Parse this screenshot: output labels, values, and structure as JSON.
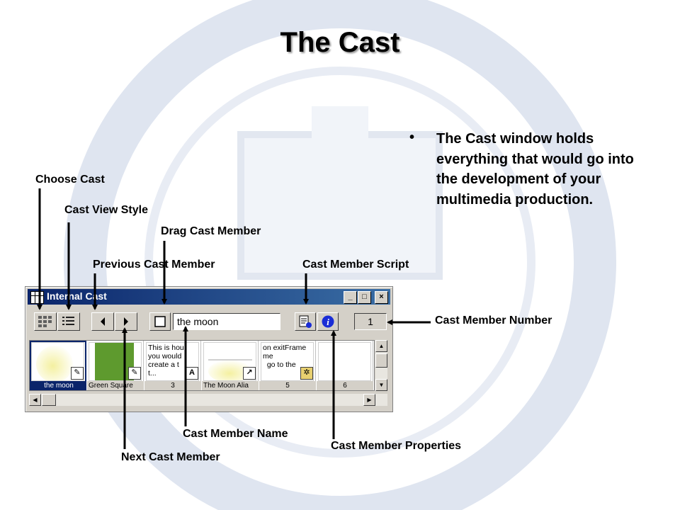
{
  "slide": {
    "title": "The Cast",
    "bullet": "The Cast window holds everything that would go into the development of your multimedia production."
  },
  "callouts": {
    "choose_cast": "Choose Cast",
    "cast_view_style": "Cast View Style",
    "drag_cast_member": "Drag Cast Member",
    "previous_cast_member": "Previous Cast Member",
    "cast_member_script": "Cast Member Script",
    "cast_member_number": "Cast Member Number",
    "cast_member_name": "Cast Member Name",
    "cast_member_properties": "Cast Member Properties",
    "next_cast_member": "Next Cast Member"
  },
  "cast_window": {
    "title": "Internal Cast",
    "member_name": "the moon",
    "member_number": "1",
    "icons": {
      "choose_cast": "grid-icon",
      "view_style": "list-icon",
      "previous": "triangle-left-icon",
      "next": "triangle-right-icon",
      "drag": "square-icon",
      "script": "script-icon",
      "properties": "info-icon"
    },
    "members": [
      {
        "label": "the moon",
        "type": "bitmap"
      },
      {
        "label": "Green Square",
        "type": "bitmap"
      },
      {
        "label": "3",
        "type": "text",
        "text": "This is hou\nyou would\ncreate a t\nt..."
      },
      {
        "label": "The Moon Alia",
        "type": "shape"
      },
      {
        "label": "5",
        "type": "script",
        "text": "on exitFrame\nme\n  go to the"
      },
      {
        "label": "6",
        "type": "empty"
      }
    ]
  },
  "colors": {
    "titlebar": "#0a246a",
    "window_face": "#d4d0c8",
    "seal": "#b9c3d9",
    "green_square": "#5e9a2e",
    "info_blue": "#1a2dd6"
  }
}
